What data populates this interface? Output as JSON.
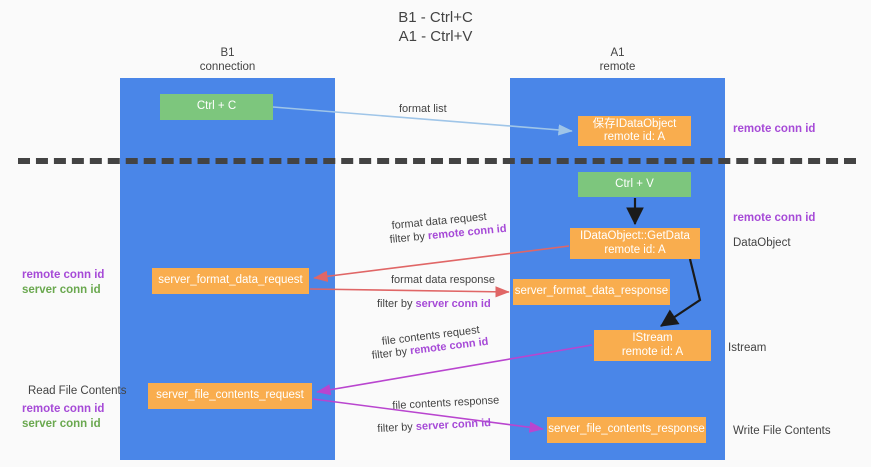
{
  "title": {
    "line1": "B1 - Ctrl+C",
    "line2": "A1 - Ctrl+V"
  },
  "lanes": [
    {
      "id": "b1",
      "name": "B1",
      "sub": "connection"
    },
    {
      "id": "a1",
      "name": "A1",
      "sub": "remote"
    }
  ],
  "boxes": {
    "ctrl_c": {
      "label": "Ctrl + C",
      "color": "#7dc67d"
    },
    "dataobject_save": {
      "line1": "保存IDataObject",
      "line2": "remote id: A",
      "color": "#f9ad4e"
    },
    "ctrl_v": {
      "label": "Ctrl + V",
      "color": "#7dc67d"
    },
    "getdata": {
      "line1": "IDataObject::GetData",
      "line2": "remote id: A",
      "color": "#f9ad4e"
    },
    "format_data_request": {
      "label": "server_format_data_request",
      "color": "#f9ad4e"
    },
    "format_data_response": {
      "label": "server_format_data_response",
      "color": "#f9ad4e"
    },
    "istream": {
      "line1": "IStream",
      "line2": "remote id: A",
      "color": "#f9ad4e"
    },
    "file_contents_request": {
      "label": "server_file_contents_request",
      "color": "#f9ad4e"
    },
    "file_contents_response": {
      "label": "server_file_contents_response",
      "color": "#f9ad4e"
    }
  },
  "edges": {
    "format_list": "format list",
    "format_data_request": {
      "line1": "format data request",
      "prefix": "filter by ",
      "key": "remote conn id"
    },
    "format_data_response": {
      "line1": "format data response",
      "prefix": "filter by ",
      "key": "server conn id"
    },
    "file_contents_request": {
      "line1": "file contents request",
      "prefix": "filter by ",
      "key": "remote conn id"
    },
    "file_contents_response": {
      "line1": "file contents response",
      "prefix": "filter by ",
      "key": "server conn id"
    }
  },
  "annotations": {
    "right_remote_conn_id_top": "remote conn id",
    "right_remote_conn_id_mid": "remote conn id",
    "right_dataobject": "DataObject",
    "right_istream": "Istream",
    "right_write_file_contents": "Write File Contents",
    "left_remote_conn_id_1": "remote conn id",
    "left_server_conn_id_1": "server conn id",
    "left_read_file_contents": "Read File Contents",
    "left_remote_conn_id_2": "remote conn id",
    "left_server_conn_id_2": "server conn id"
  },
  "colors": {
    "lane": "#4a86e8",
    "green_box": "#7dc67d",
    "orange_box": "#f9ad4e",
    "purple_text": "#a64ad7",
    "green_text": "#6aa84f",
    "arrow_lightblue": "#9fc5e8",
    "arrow_red": "#e06666",
    "arrow_magenta": "#b945cf",
    "arrow_black": "#1a1a1a",
    "divider": "#434343",
    "background": "#fafafa"
  }
}
